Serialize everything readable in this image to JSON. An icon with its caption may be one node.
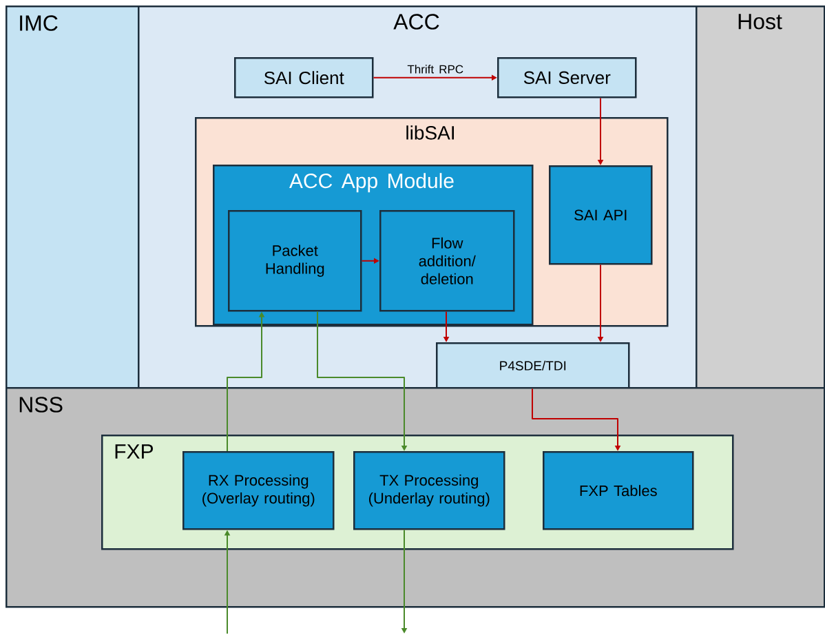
{
  "diagram": {
    "nodes": [
      {
        "text": [
          "IMC"
        ]
      },
      {
        "text": [
          "ACC"
        ]
      },
      {
        "text": [
          "Host"
        ]
      },
      {
        "text": [
          "SAI Client"
        ],
        "in": 1
      },
      {
        "text": [
          "SAI Server"
        ],
        "in": 1
      },
      {
        "text": [
          "libSAI"
        ],
        "in": 1
      },
      {
        "text": [
          "ACC App Module"
        ],
        "in": 5
      },
      {
        "text": [
          "Packet Handling"
        ],
        "in": 6
      },
      {
        "text": [
          "Flow addition/ deletion"
        ],
        "in": 6
      },
      {
        "text": [
          "SAI API"
        ],
        "in": 5
      },
      {
        "text": [
          "P4SDE/TDI"
        ],
        "in": 1
      },
      {
        "text": [
          "NSS"
        ]
      },
      {
        "text": [
          "FXP"
        ],
        "in": 11
      },
      {
        "text": [
          "RX Processing (Overlay routing)"
        ],
        "in": 12
      },
      {
        "text": [
          "TX Processing (Underlay routing)"
        ],
        "in": 12
      },
      {
        "text": [
          "FXP Tables"
        ],
        "in": 12
      }
    ],
    "edges": [
      {
        "from": 3,
        "to": 4,
        "arrow": "to",
        "label": "Thrift RPC",
        "color": "#c00000"
      },
      {
        "from": 4,
        "to": 9,
        "arrow": "to",
        "color": "#c00000"
      },
      {
        "from": 7,
        "to": 8,
        "arrow": "to",
        "color": "#c00000"
      },
      {
        "from": 8,
        "to": 10,
        "arrow": "to",
        "color": "#c00000"
      },
      {
        "from": 9,
        "to": 10,
        "arrow": "to",
        "color": "#c00000"
      },
      {
        "from": 10,
        "to": 15,
        "arrow": "to",
        "color": "#c00000"
      },
      {
        "from": 13,
        "to": 7,
        "arrow": "to",
        "color": "#4a8a2a"
      },
      {
        "from": 7,
        "to": 14,
        "arrow": "to",
        "color": "#4a8a2a"
      },
      {
        "from": null,
        "to": 13,
        "arrow": "to",
        "color": "#4a8a2a"
      },
      {
        "from": 14,
        "to": null,
        "arrow": "to",
        "color": "#4a8a2a"
      }
    ]
  }
}
